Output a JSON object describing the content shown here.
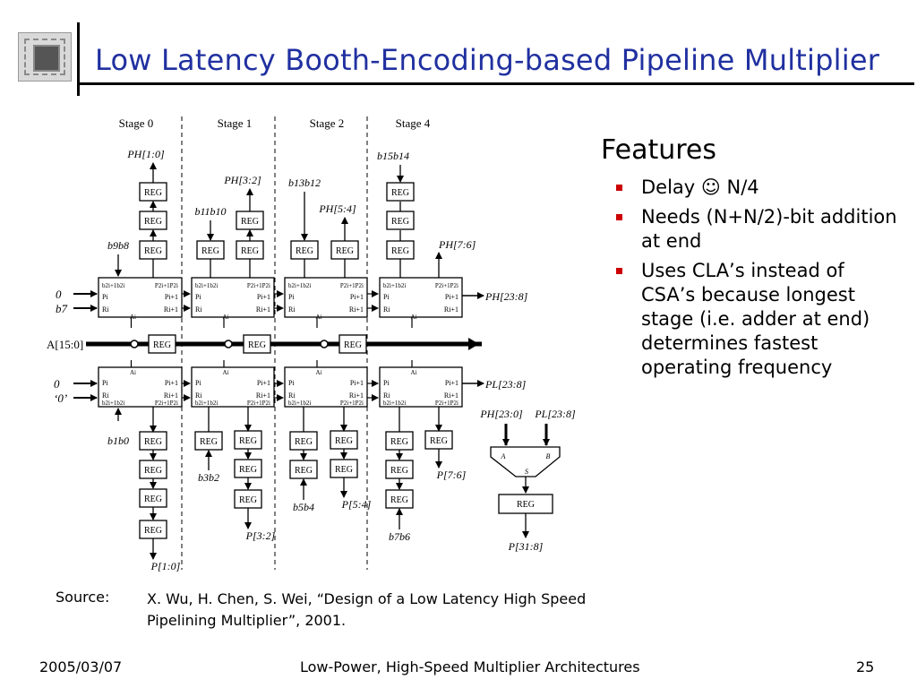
{
  "slide": {
    "title": "Low Latency Booth-Encoding-based Pipeline Multiplier",
    "features_heading": "Features",
    "bullets": [
      {
        "pre": "Delay ",
        "symbol": "☺",
        "post": " N/4"
      },
      {
        "text": "Needs (N+N/2)-bit addition at end"
      },
      {
        "text": "Uses CLA’s instead of CSA’s because longest stage (i.e. adder at end) determines fastest operating frequency"
      }
    ],
    "source_label": "Source:",
    "source_text": "X. Wu, H. Chen, S. Wei, “Design of a Low Latency High Speed Pipelining Multiplier”, 2001."
  },
  "footer": {
    "date": "2005/03/07",
    "center": "Low-Power, High-Speed Multiplier Architectures",
    "page": "25"
  },
  "figure": {
    "stages": [
      "Stage 0",
      "Stage 1",
      "Stage 2",
      "Stage 4"
    ],
    "reg_label": "REG",
    "a_bus": "A[15:0]",
    "left_in_top": [
      "0",
      "b7"
    ],
    "left_in_bottom": [
      "0",
      "‘0’"
    ],
    "top_b_inputs": [
      "b9b8",
      "b11b10",
      "b13b12",
      "b15b14"
    ],
    "top_p_outputs": [
      "PH[1:0]",
      "PH[3:2]",
      "PH[5:4]",
      "PH[7:6]"
    ],
    "bottom_b_inputs": [
      "b1b0",
      "b3b2",
      "b5b4",
      "b7b6"
    ],
    "bottom_p_outputs": [
      "P[1:0]",
      "P[3:2]",
      "P[5:4]",
      "P[7:6]"
    ],
    "right_out_top": "PH[23:8]",
    "right_out_bottom": "PL[23:8]",
    "adder_in_a": "PH[23:0]",
    "adder_in_b": "PL[23:8]",
    "adder_port_a": "A",
    "adder_port_b": "B",
    "adder_port_s": "S",
    "final_out": "P[31:8]",
    "cell_labels": {
      "top_left": "b2i+1b2i",
      "top_right": "P2i+1P2i",
      "pi": "Pi",
      "pi1": "Pi+1",
      "ri": "Ri",
      "ri1": "Ri+1",
      "ai": "Ai"
    }
  },
  "colors": {
    "title": "#2030a0",
    "bullet": "#cc0000"
  }
}
